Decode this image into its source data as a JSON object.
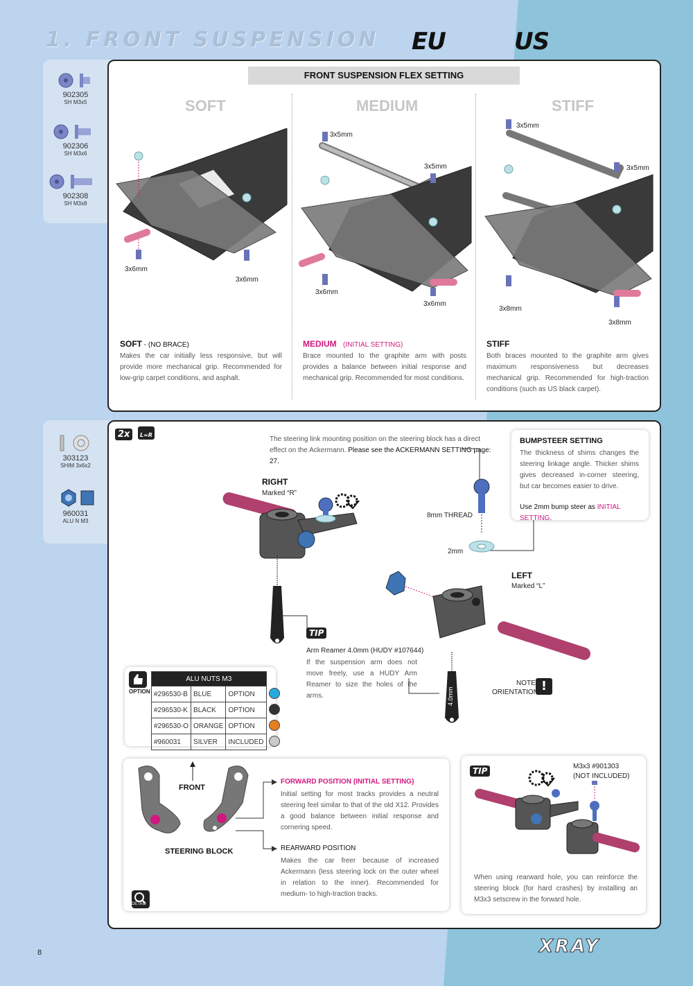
{
  "header": {
    "title": "1. FRONT SUSPENSION",
    "logo_eu": "EU",
    "logo_us": "US"
  },
  "parts_top": [
    {
      "num": "902305",
      "desc": "SH M3x5"
    },
    {
      "num": "902306",
      "desc": "SH M3x6"
    },
    {
      "num": "902308",
      "desc": "SH M3x8"
    }
  ],
  "parts_bottom": [
    {
      "num": "303123",
      "desc": "SHIM 3x6x2"
    },
    {
      "num": "960031",
      "desc": "ALU N M3"
    }
  ],
  "flex": {
    "header": "FRONT SUSPENSION FLEX SETTING",
    "soft": {
      "title": "SOFT",
      "label_a": "3x6mm",
      "label_b": "3x6mm",
      "sub_title": "SOFT",
      "sub_note": " - (NO BRACE)",
      "desc": "Makes the car initially less responsive, but will provide more mechanical grip. Recommended for low-grip carpet conditions, and asphalt."
    },
    "medium": {
      "title": "MEDIUM",
      "label_a": "3x5mm",
      "label_b": "3x5mm",
      "label_c": "3x6mm",
      "label_d": "3x6mm",
      "sub_title": "MEDIUM",
      "sub_note": "(INITIAL SETTING)",
      "desc": "Brace mounted to the graphite arm with posts provides a balance between initial response and mechanical grip. Recommended for most conditions."
    },
    "stiff": {
      "title": "STIFF",
      "label_a": "3x5mm",
      "label_b": "3x5mm",
      "label_c": "3x8mm",
      "label_d": "3x8mm",
      "sub_title": "STIFF",
      "desc": "Both braces mounted to the graphite arm gives maximum responsiveness but decreases mechanical grip. Recommended for high-traction conditions (such as US black carpet)."
    }
  },
  "steering": {
    "qty": "2x",
    "lr": "L=R",
    "intro": "The steering link mounting position on the steering block has a direct effect on the Ackermann.",
    "intro_bold": "Please see the ACKERMANN SETTING page: 27.",
    "right_title": "RIGHT",
    "right_marked": "Marked “R”",
    "left_title": "LEFT",
    "left_marked": "Marked “L”",
    "thread": "8mm THREAD",
    "shim": "2mm",
    "reamer_size": "4.0mm",
    "tip_label": "TIP",
    "tip_title": "Arm Reamer 4.0mm (HUDY #107644)",
    "tip_text": "If the suspension arm does not move freely, use a HUDY Arm Reamer to size the holes of the arms.",
    "note": "NOTE",
    "note2": "ORIENTATION",
    "bumpsteer": {
      "title": "BUMPSTEER SETTING",
      "text": "The thickness of shims changes the steering linkage angle. Thicker shims gives decreased in-corner steering, but car becomes easier to drive.",
      "use": "Use 2mm bump steer as",
      "use_pink": "INITIAL SETTING",
      "use_end": "."
    },
    "nuts": {
      "option_label": "OPTION",
      "header": "ALU NUTS M3",
      "rows": [
        {
          "code": "#296530-B",
          "color": "BLUE",
          "status": "OPTION",
          "swatch": "#2aa9e0"
        },
        {
          "code": "#296530-K",
          "color": "BLACK",
          "status": "OPTION",
          "swatch": "#333333"
        },
        {
          "code": "#296530-O",
          "color": "ORANGE",
          "status": "OPTION",
          "swatch": "#e67e22"
        },
        {
          "code": "#960031",
          "color": "SILVER",
          "status": "INCLUDED",
          "swatch": "#c9c9c9"
        }
      ]
    },
    "block": {
      "front": "FRONT",
      "label": "STEERING BLOCK",
      "detail": "DETAIL",
      "fwd_title": "FORWARD POSITION (INITIAL SETTING)",
      "fwd_text": "Initial setting for most tracks provides a neutral steering feel similar to that of the old X12.  Provides a good balance between initial response and cornering speed.",
      "rear_title": "REARWARD POSITION",
      "rear_text": "Makes the car freer because of increased Ackermann (less steering lock on the outer wheel in relation to the inner). Recommended for medium- to high-traction tracks."
    },
    "tip2": {
      "label": "TIP",
      "screw": "M3x3   #901303",
      "not_incl": "(NOT INCLUDED)",
      "text": "When using rearward hole, you can reinforce the steering block (for hard crashes) by installing an M3x3 setscrew in the forward hole."
    }
  },
  "footer": {
    "page": "8",
    "brand": "XRAY"
  }
}
